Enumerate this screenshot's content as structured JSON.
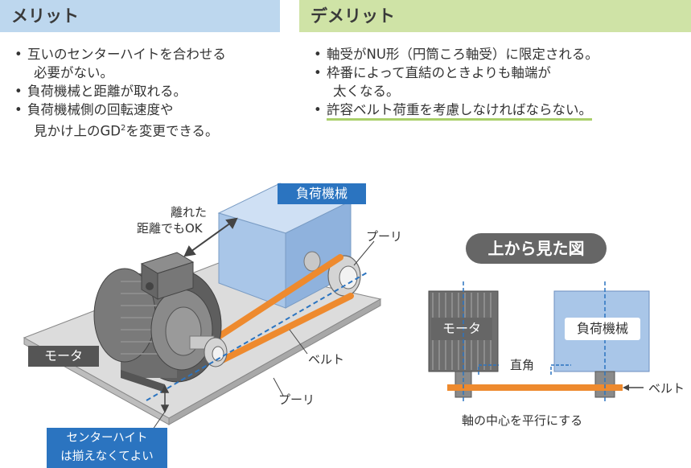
{
  "merit": {
    "title": "メリット",
    "items": [
      {
        "line1": "互いのセンターハイトを合わせる",
        "line2": "必要がない。"
      },
      {
        "line1": "負荷機械と距離が取れる。",
        "line2": ""
      },
      {
        "line1": "負荷機械側の回転速度や",
        "line2_pre": "見かけ上のGD",
        "line2_sup": "2",
        "line2_post": "を変更できる。"
      }
    ]
  },
  "demerit": {
    "title": "デメリット",
    "items": [
      {
        "line1": "軸受がNU形（円筒ころ軸受）に限定される。",
        "line2": ""
      },
      {
        "line1": "枠番によって直結のときよりも軸端が",
        "line2": "太くなる。"
      },
      {
        "line1": "許容ベルト荷重を考慮しなければならない。",
        "line2": ""
      }
    ]
  },
  "iso": {
    "load_label": "負荷機械",
    "motor_label": "モータ",
    "distance_label_1": "離れた",
    "distance_label_2": "距離でもOK",
    "pulley_top": "プーリ",
    "pulley_bottom": "プーリ",
    "belt": "ベルト",
    "center_note_1": "センターハイト",
    "center_note_2": "は揃えなくてよい"
  },
  "top_view": {
    "title": "上から見た図",
    "motor_label": "モータ",
    "load_label": "負荷機械",
    "right_angle": "直角",
    "belt": "ベルト",
    "parallel_note": "軸の中心を平行にする"
  },
  "colors": {
    "merit_header": "#bdd7ee",
    "demerit_header": "#cfe3a6",
    "belt": "#ee8a2e",
    "load_box": "#a9c6e8",
    "accent_blue": "#2b74c0",
    "motor_gray": "#6e6e6e"
  }
}
